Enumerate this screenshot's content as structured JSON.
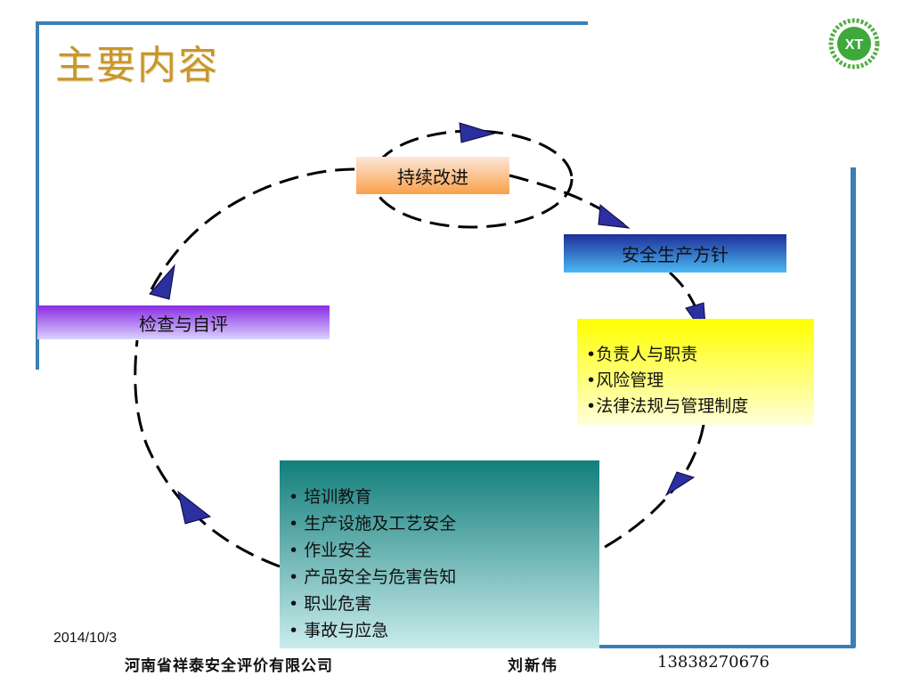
{
  "slide": {
    "title": "主要内容"
  },
  "diagram": {
    "continuous_improvement": "持续改进",
    "safety_policy": "安全生产方针",
    "inspection": "检查与自评",
    "responsibility_items": [
      "负责人与职责",
      "风险管理",
      "法律法规与管理制度"
    ],
    "operation_items": [
      "培训教育",
      "生产设施及工艺安全",
      "作业安全",
      "产品安全与危害告知",
      "职业危害",
      "事故与应急"
    ]
  },
  "footer": {
    "date": "2014/10/3",
    "company": "河南省祥泰安全评价有限公司",
    "person": "刘新伟",
    "phone": "13838270676"
  },
  "logo": {
    "text": "XT"
  },
  "colors": {
    "title": "#c8962c",
    "frame": "#3a7fb5",
    "arrow": "#2b2fa0"
  }
}
